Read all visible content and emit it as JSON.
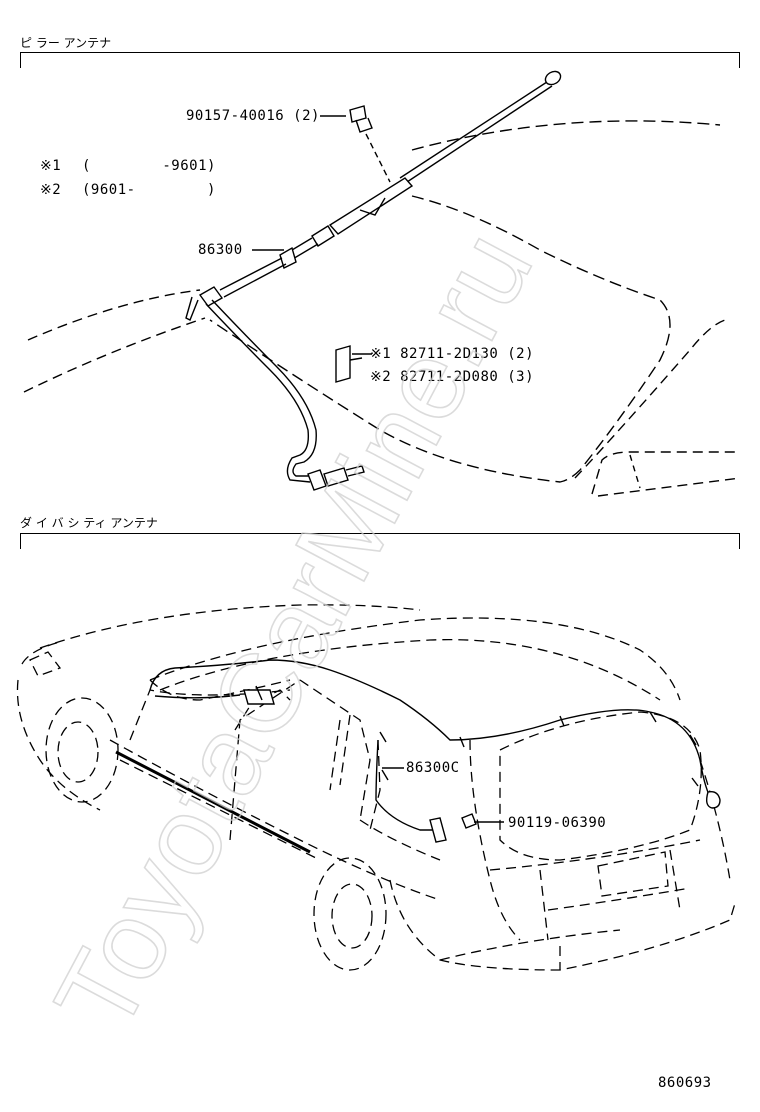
{
  "section1": {
    "title": "ピ ラー アンテナ",
    "notes": [
      {
        "mark": "※1",
        "range": "(        -9601)"
      },
      {
        "mark": "※2",
        "range": "(9601-        )"
      }
    ],
    "parts": {
      "bolt": "90157-40016 (2)",
      "antenna": "86300",
      "clip1": "※1 82711-2D130 (2)",
      "clip2": "※2 82711-2D080 (3)"
    }
  },
  "section2": {
    "title": "ダ イ バ シ ティ アンテナ",
    "parts": {
      "antenna": "86300C",
      "screw": "90119-06390"
    }
  },
  "figure_number": "860693",
  "watermark": "ToyotaCarMine.ru"
}
